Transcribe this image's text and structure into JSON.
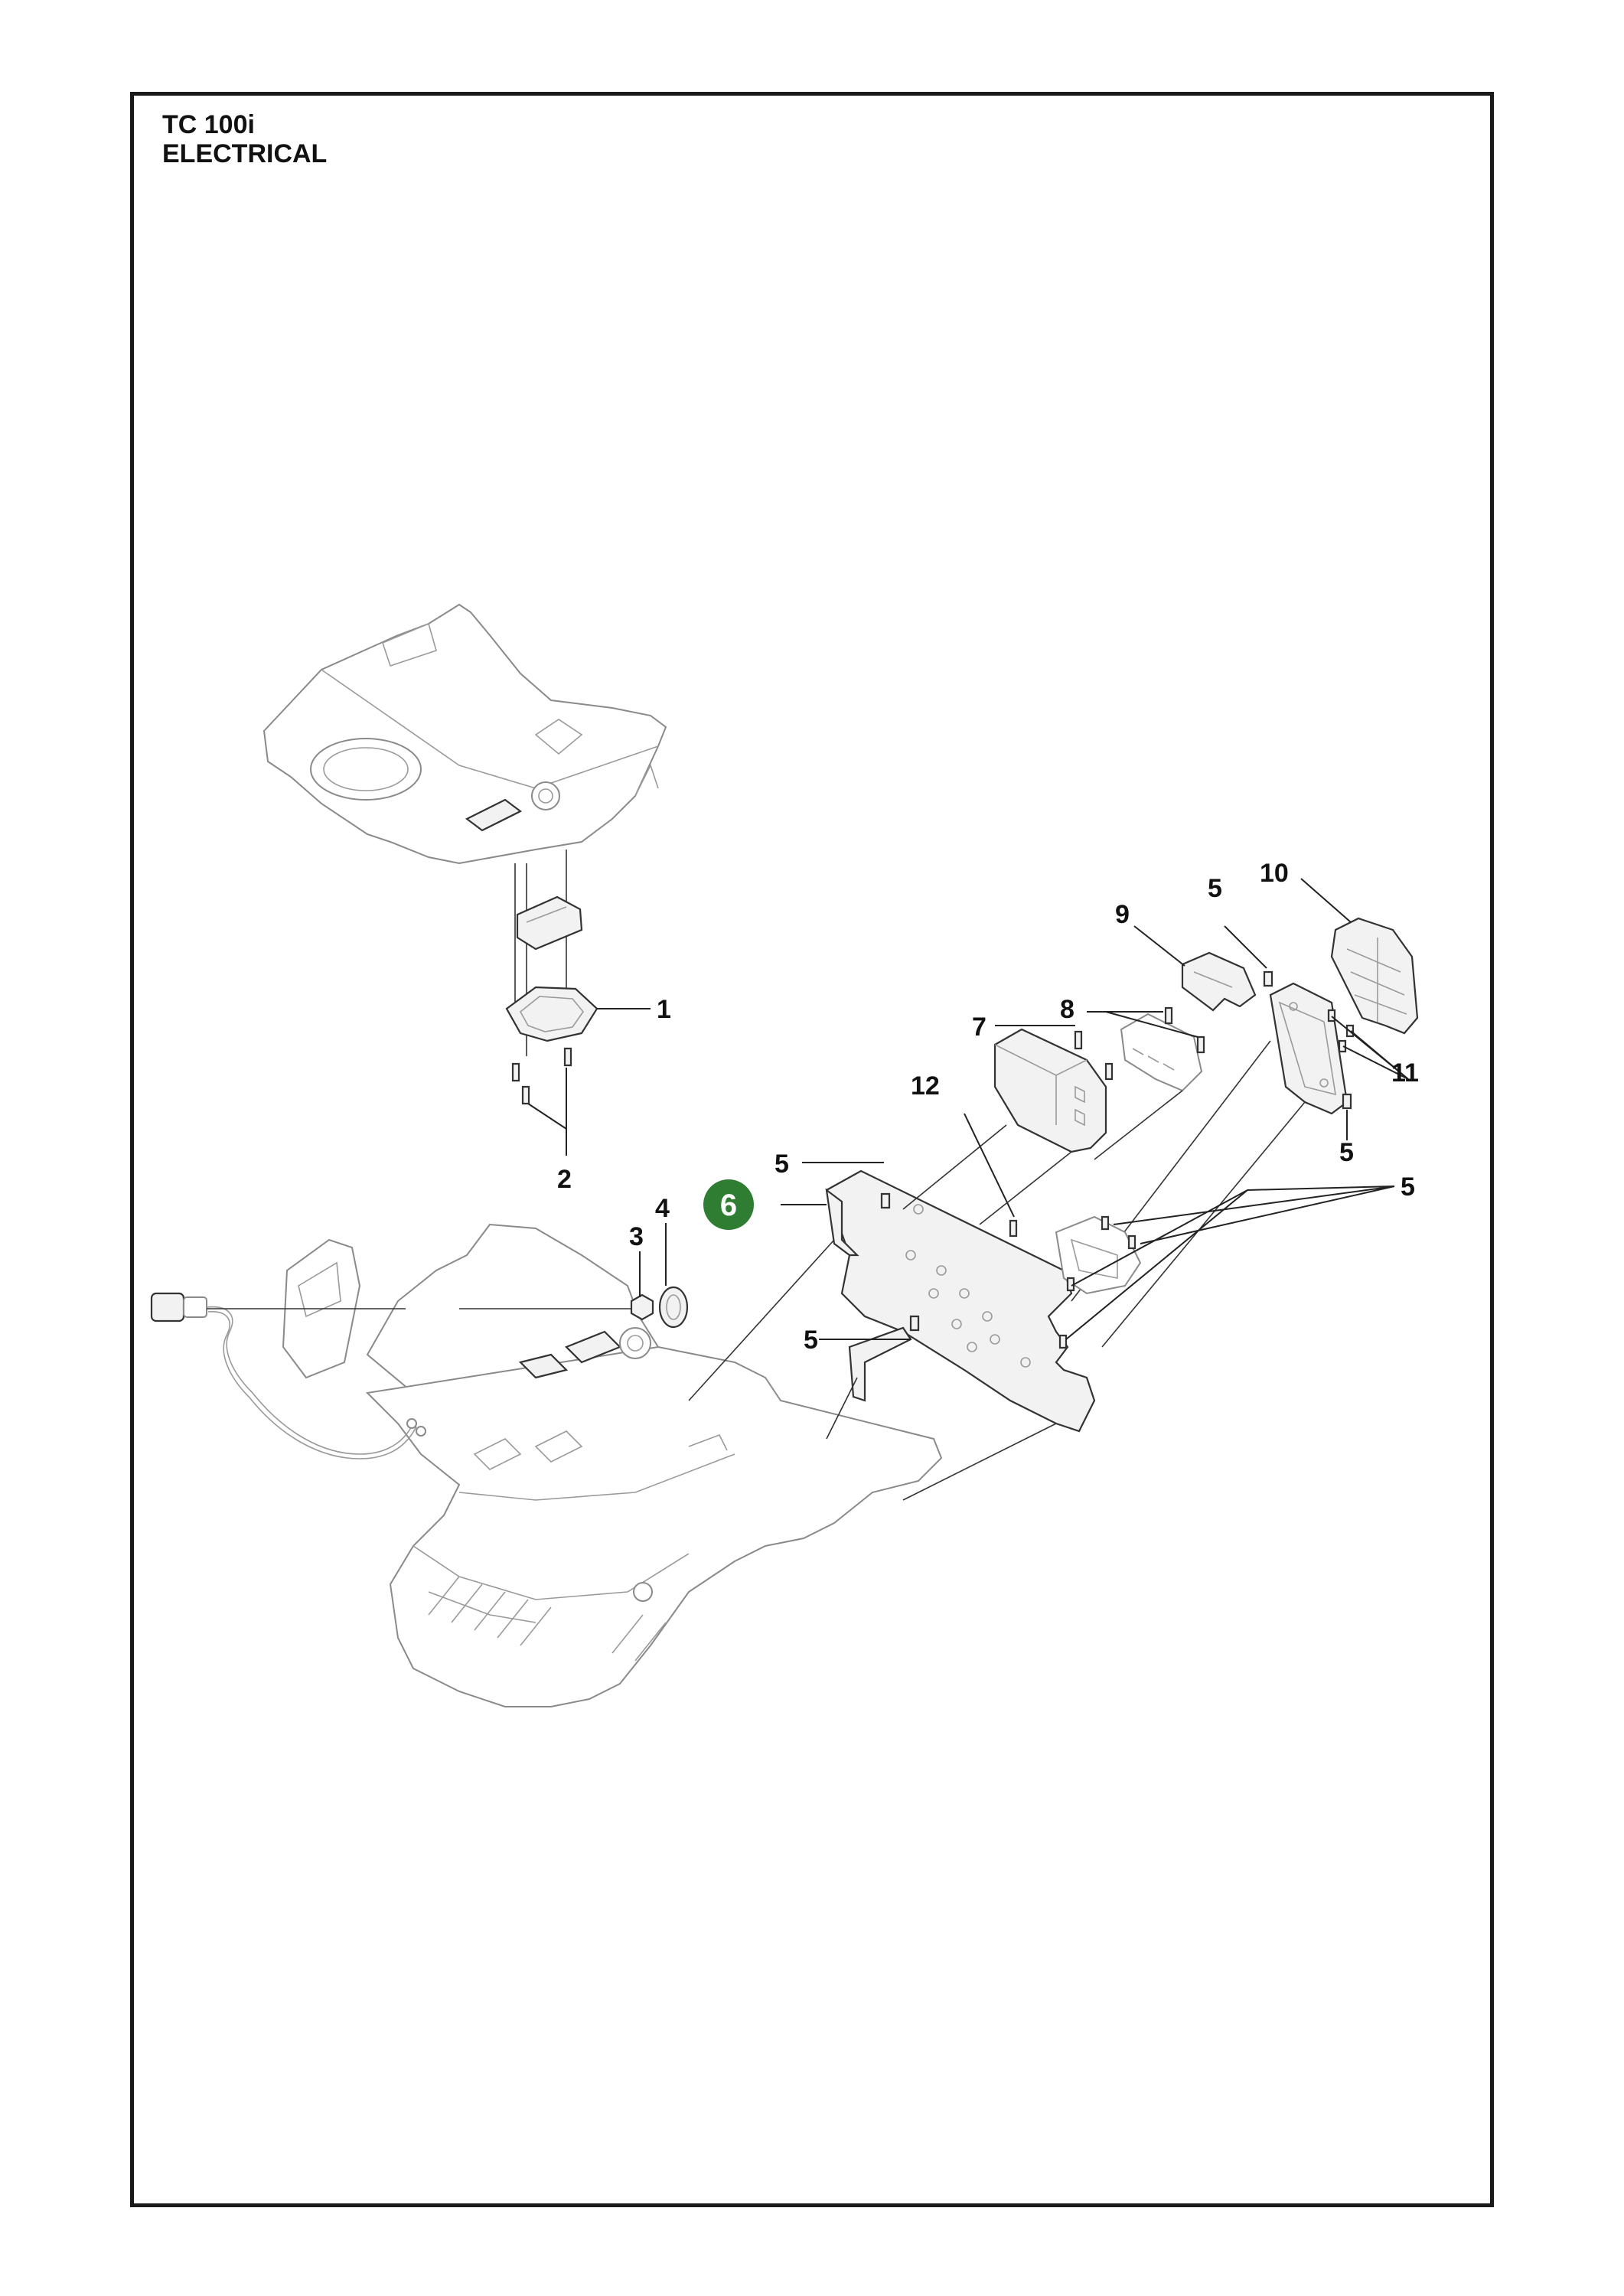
{
  "header": {
    "model": "TC 100i",
    "section": "ELECTRICAL"
  },
  "callouts": {
    "c1": "1",
    "c2": "2",
    "c3": "3",
    "c4": "4",
    "c5a": "5",
    "c5b": "5",
    "c5c": "5",
    "c5d": "5",
    "c5e": "5",
    "c6": "6",
    "c7": "7",
    "c8": "8",
    "c9": "9",
    "c10": "10",
    "c11": "11",
    "c12": "12"
  },
  "colors": {
    "highlight_badge": "#2e7d32",
    "frame": "#1a1a1a",
    "part_outline": "#8a8a8a"
  }
}
